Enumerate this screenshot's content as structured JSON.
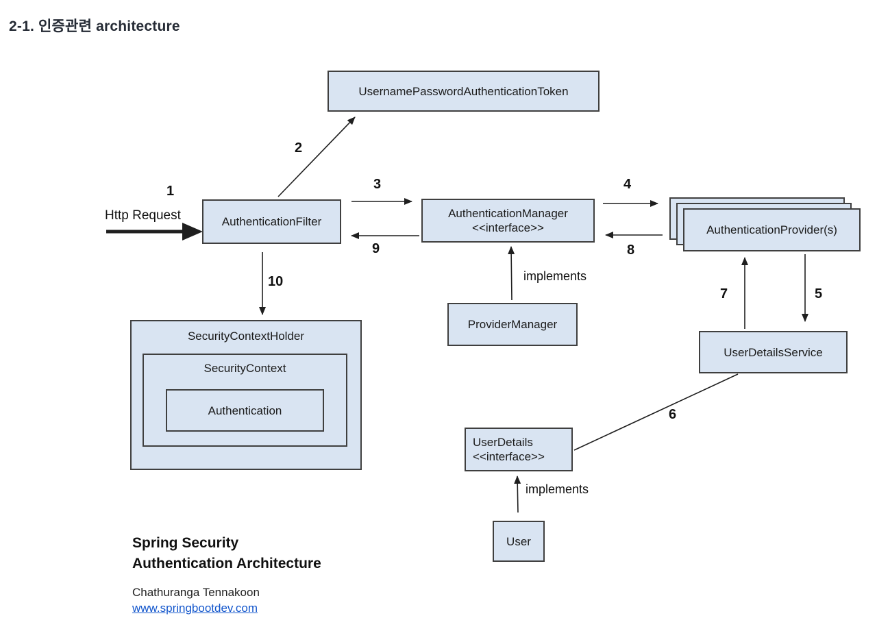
{
  "page": {
    "heading": "2-1. 인증관련 architecture"
  },
  "diagram": {
    "boxes": {
      "token": "UsernamePasswordAuthenticationToken",
      "filter": "AuthenticationFilter",
      "manager": {
        "line1": "AuthenticationManager",
        "line2": "<<interface>>"
      },
      "providers": "AuthenticationProvider(s)",
      "provider_manager": "ProviderManager",
      "security_context_holder": "SecurityContextHolder",
      "security_context": "SecurityContext",
      "authentication": "Authentication",
      "user_details_service": "UserDetailsService",
      "user_details": {
        "line1": "UserDetails",
        "line2": "<<interface>>"
      },
      "user": "User"
    },
    "labels": {
      "http_request": "Http Request",
      "implements_provider_manager": "implements",
      "implements_user": "implements"
    },
    "steps": {
      "s1": "1",
      "s2": "2",
      "s3": "3",
      "s4": "4",
      "s5": "5",
      "s6": "6",
      "s7": "7",
      "s8": "8",
      "s9": "9",
      "s10": "10"
    }
  },
  "footer": {
    "title_line1": "Spring Security",
    "title_line2": "Authentication Architecture",
    "author": "Chathuranga Tennakoon",
    "link": "www.springbootdev.com"
  },
  "colors": {
    "box_fill": "#d9e4f2",
    "box_border": "#3f3f3f",
    "line": "#1f1f1f",
    "link": "#1155cc"
  }
}
